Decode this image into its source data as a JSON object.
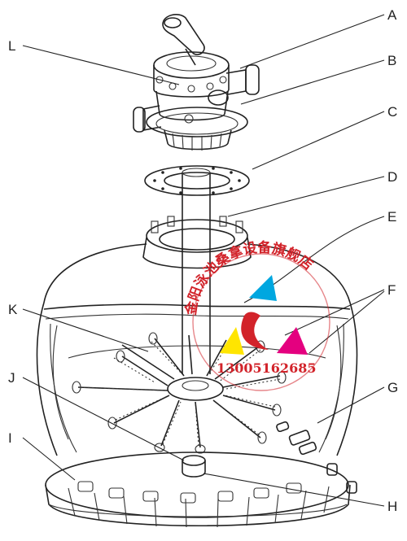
{
  "labels": {
    "A": "A",
    "B": "B",
    "C": "C",
    "D": "D",
    "E": "E",
    "F": "F",
    "G": "G",
    "H": "H",
    "I": "I",
    "J": "J",
    "K": "K",
    "L": "L"
  },
  "stamp": {
    "top_text": "金阳泳池桑拿设备旗舰店",
    "phone": "13005162685",
    "color": "#d2232a",
    "logo_colors": [
      "#00a7e0",
      "#ffe500",
      "#e4007f"
    ]
  },
  "colors": {
    "line": "#222222",
    "background": "#ffffff"
  }
}
